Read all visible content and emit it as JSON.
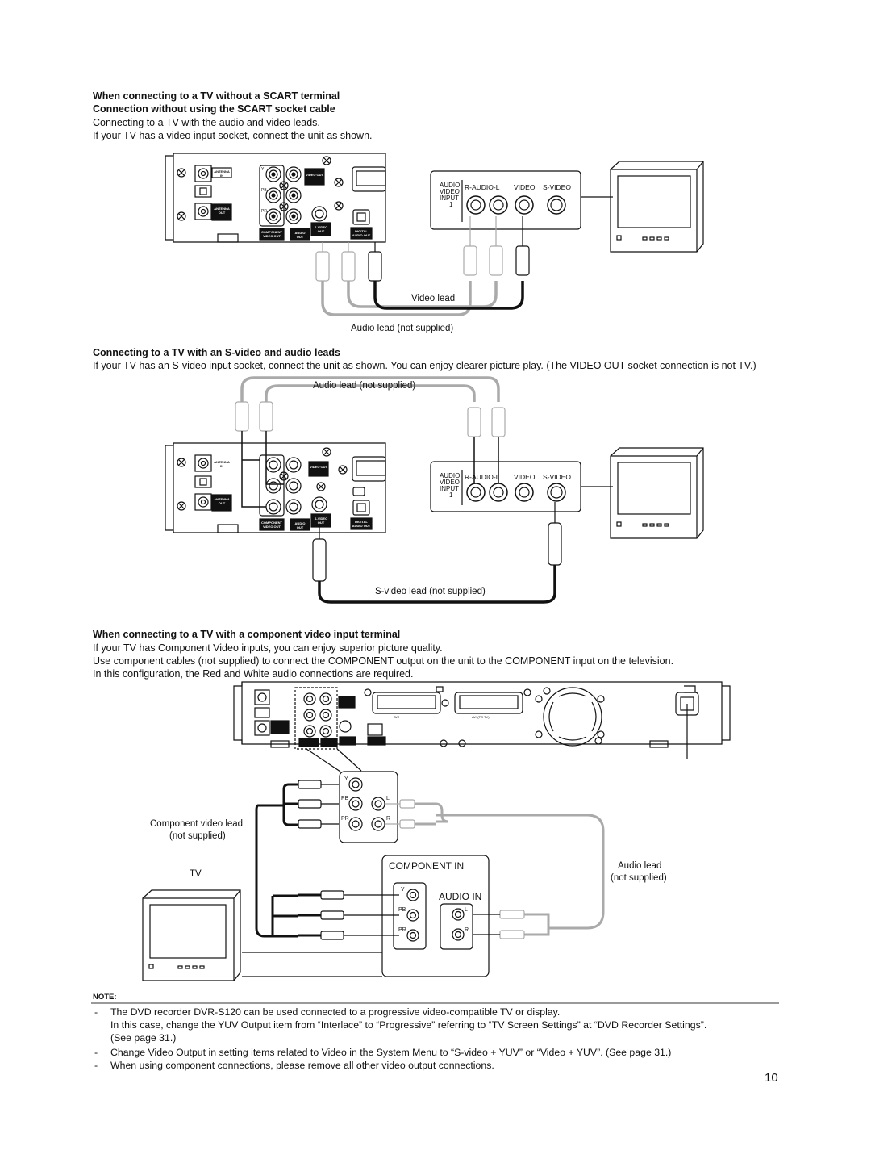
{
  "section1": {
    "heading1": "When connecting to a TV without a SCART terminal",
    "heading2": "Connection without using the SCART socket cable",
    "line1": "Connecting to a TV with the audio and video leads.",
    "line2": "If your TV has a video input socket, connect the unit as shown.",
    "video_lead": "Video lead",
    "audio_lead": "Audio lead (not supplied)"
  },
  "section2": {
    "heading": "Connecting to a TV with an S-video and audio leads",
    "text": "If your TV has an S-video input socket, connect the unit as shown. You can enjoy clearer picture play. (The VIDEO OUT socket connection is not TV.)",
    "audio_lead": "Audio lead (not supplied)",
    "svideo_lead": "S-video lead (not supplied)"
  },
  "section3": {
    "heading": "When connecting to a TV with a component video input terminal",
    "line1": "If your TV has Component Video inputs, you can enjoy superior picture quality.",
    "line2": "Use component  cables (not supplied) to connect the COMPONENT output on the unit to the COMPONENT input on the television.",
    "line3": "In this configuration, the Red and White audio connections are required.",
    "component_lead_1": "Component video lead",
    "component_lead_2": "(not supplied)",
    "tv": "TV",
    "component_in": "COMPONENT IN",
    "audio_in": "AUDIO IN",
    "audio_lead_1": "Audio lead",
    "audio_lead_2": "(not supplied)"
  },
  "panel_labels": {
    "audio": "AUDIO",
    "video": "VIDEO",
    "input": "INPUT",
    "input_num": "1",
    "r_audio_l": "R-AUDIO-L",
    "video_col": "VIDEO",
    "s_video": "S-VIDEO",
    "antenna_in": "ANTENNA IN",
    "antenna_out": "ANTENNA OUT",
    "component_video_out": "COMPONENT VIDEO OUT",
    "audio_out": "AUDIO OUT",
    "video_out": "VIDEO OUT",
    "s_video_out": "S-VIDEO OUT",
    "digital_audio_out": "DIGITAL AUDIO OUT",
    "y": "Y",
    "pb": "PB",
    "pr": "PR",
    "l": "L",
    "r": "R",
    "av2": "AV2",
    "av1_tv": "AV1(TO TV)"
  },
  "note": {
    "title": "NOTE:",
    "item1_line1": "The DVD recorder DVR-S120 can be used connected to a progressive video-compatible TV or display.",
    "item1_line2": "In this case, change the YUV Output item from “Interlace” to “Progressive” referring to “TV Screen Settings” at “DVD Recorder Settings”.",
    "item1_line3": "(See page 31.)",
    "item2": "Change Video Output in setting items related to Video in the System Menu to “S-video + YUV” or “Video + YUV”. (See page 31.)",
    "item3": "When using component connections, please remove all other video output connections.",
    "dash": "-"
  },
  "page_number": "10"
}
